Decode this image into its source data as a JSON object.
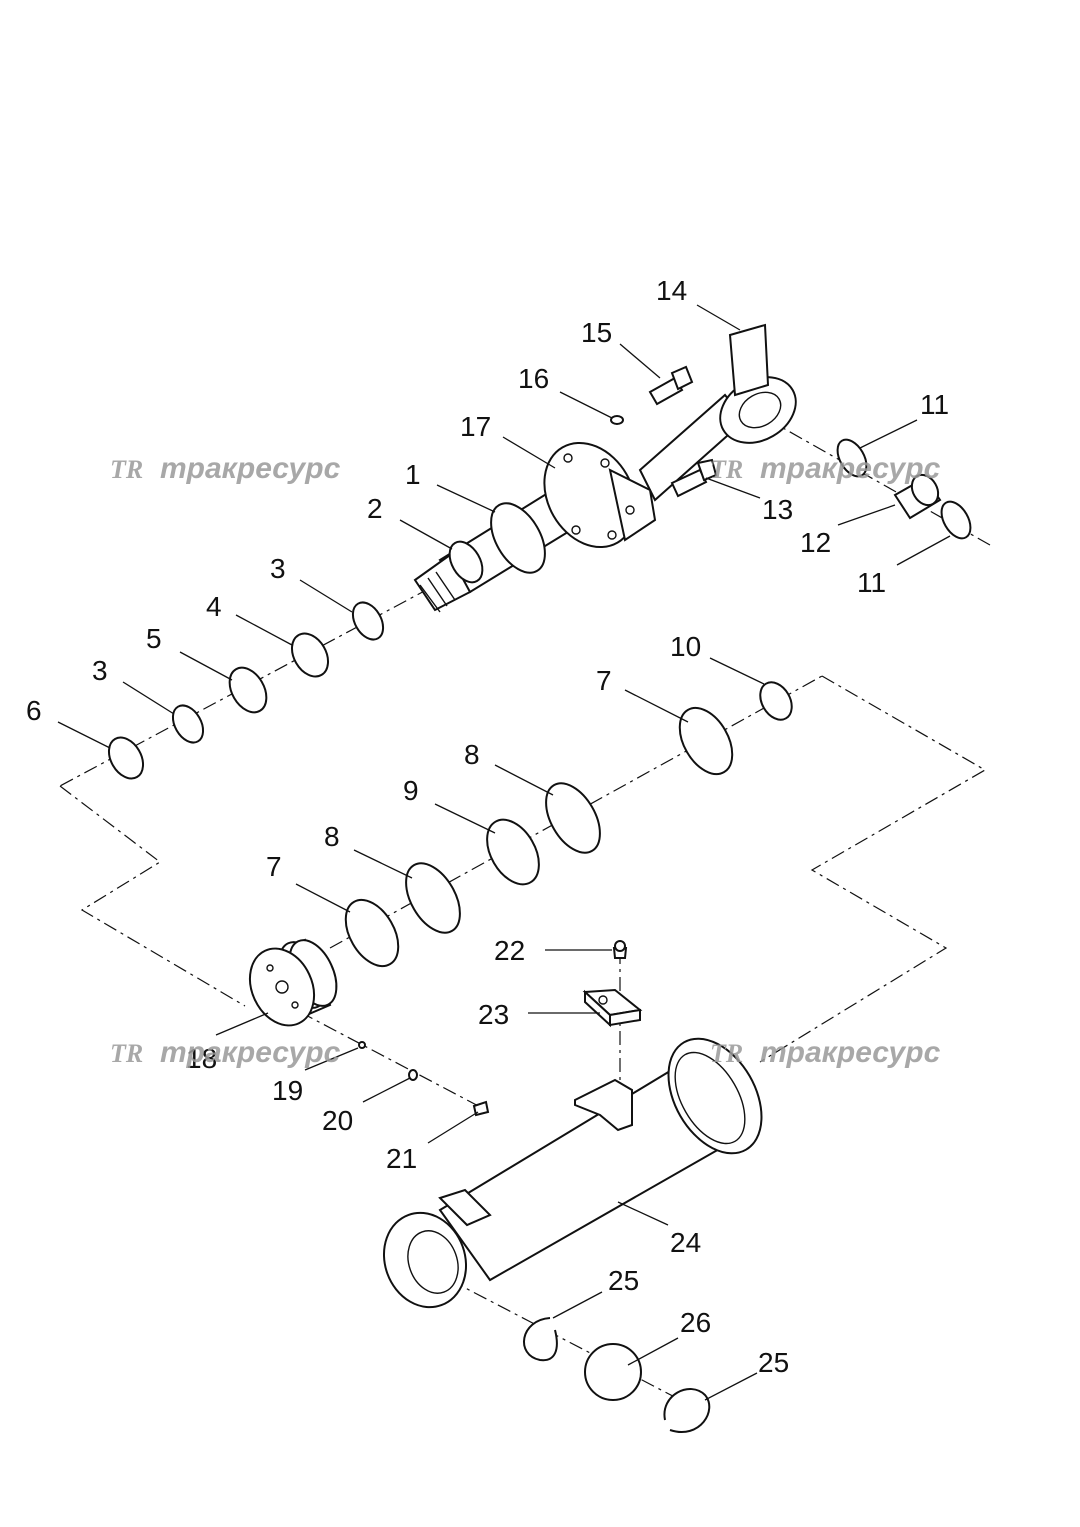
{
  "watermark": {
    "logo": "TR",
    "text": "тракресурс",
    "color": "#9a9a9a"
  },
  "callouts": [
    {
      "id": "c1",
      "label": "1"
    },
    {
      "id": "c2",
      "label": "2"
    },
    {
      "id": "c3a",
      "label": "3"
    },
    {
      "id": "c3b",
      "label": "3"
    },
    {
      "id": "c4",
      "label": "4"
    },
    {
      "id": "c5",
      "label": "5"
    },
    {
      "id": "c6",
      "label": "6"
    },
    {
      "id": "c7a",
      "label": "7"
    },
    {
      "id": "c7b",
      "label": "7"
    },
    {
      "id": "c8a",
      "label": "8"
    },
    {
      "id": "c8b",
      "label": "8"
    },
    {
      "id": "c9",
      "label": "9"
    },
    {
      "id": "c10",
      "label": "10"
    },
    {
      "id": "c11a",
      "label": "11"
    },
    {
      "id": "c11b",
      "label": "11"
    },
    {
      "id": "c12",
      "label": "12"
    },
    {
      "id": "c13",
      "label": "13"
    },
    {
      "id": "c14",
      "label": "14"
    },
    {
      "id": "c15",
      "label": "15"
    },
    {
      "id": "c16",
      "label": "16"
    },
    {
      "id": "c17",
      "label": "17"
    },
    {
      "id": "c18",
      "label": "18"
    },
    {
      "id": "c19",
      "label": "19"
    },
    {
      "id": "c20",
      "label": "20"
    },
    {
      "id": "c21",
      "label": "21"
    },
    {
      "id": "c22",
      "label": "22"
    },
    {
      "id": "c23",
      "label": "23"
    },
    {
      "id": "c24",
      "label": "24"
    },
    {
      "id": "c25a",
      "label": "25"
    },
    {
      "id": "c25b",
      "label": "25"
    },
    {
      "id": "c26",
      "label": "26"
    }
  ]
}
